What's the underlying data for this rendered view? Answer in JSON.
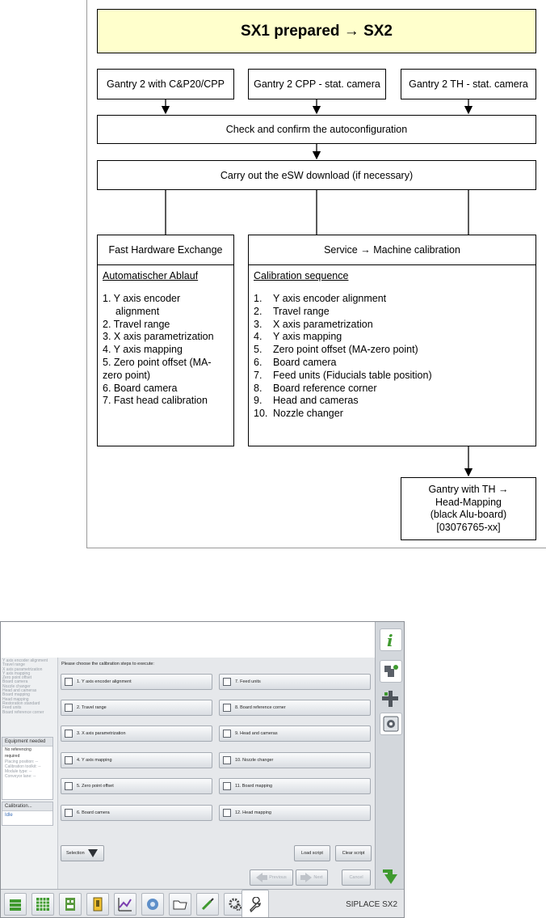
{
  "flow": {
    "title": "SX1 prepared → SX2",
    "top_boxes": [
      "Gantry 2 with C&P20/CPP",
      "Gantry 2 CPP  -  stat. camera",
      "Gantry 2 TH  -  stat. camera"
    ],
    "check": "Check and confirm the autoconfiguration",
    "esw": "Carry out the eSW download (if necessary)",
    "fhe": {
      "header": "Fast Hardware Exchange",
      "title": "Automatischer Ablauf",
      "items": [
        "1. Y axis encoder",
        "alignment",
        "2. Travel range",
        "3. X axis parametrization",
        "4. Y axis mapping",
        "5. Zero point offset (MA-",
        "zero point)",
        "6. Board camera",
        "7. Fast head calibration"
      ]
    },
    "service": {
      "header": "Service → Machine calibration",
      "title": "Calibration sequence",
      "nums": [
        "1.",
        "2.",
        "3.",
        "4.",
        "5.",
        "6.",
        "7.",
        "8.",
        "9.",
        "10."
      ],
      "items": [
        "Y axis encoder alignment",
        "Travel range",
        "X axis parametrization",
        "Y axis mapping",
        "Zero point offset (MA-zero point)",
        "Board camera",
        "Feed units (Fiducials table position)",
        "Board reference corner",
        "Head and cameras",
        "Nozzle changer"
      ]
    },
    "gantry_th": [
      "Gantry with TH →",
      "Head-Mapping",
      "(black Alu-board)",
      "[03076765-xx]"
    ]
  },
  "ui": {
    "left_steps": [
      "Y axis encoder alignment",
      "Travel range",
      "X axis parametrization",
      "Y axis mapping",
      "Zero point offset",
      "Board camera",
      "Nozzle changer",
      "Head and cameras",
      "Board mapping",
      "Head mapping",
      "Restoration standard",
      "Feed units",
      "Board reference corner"
    ],
    "equipment": {
      "header": "Equipment needed",
      "line1": "No referencing",
      "line2": "required",
      "subs": [
        "Placing position: --",
        "Calibration toolkit: --",
        "Module type: --",
        "Conveyor lane: --"
      ]
    },
    "calibration": {
      "header": "Calibration...",
      "status": "Idle"
    },
    "prompt": "Please choose the calibration steps to execute:",
    "steps_left": [
      "1. Y axis encoder alignment",
      "2. Travel range",
      "3. X axis parametrization",
      "4. Y axis mapping",
      "5. Zero point offset",
      "6. Board camera"
    ],
    "steps_right": [
      "7. Feed units",
      "8. Board reference corner",
      "9. Head and cameras",
      "10. Nozzle changer",
      "11. Board mapping",
      "12. Head mapping"
    ],
    "selection": "Selection",
    "load_script": "Load script",
    "clear_script": "Clear script",
    "previous": "Previous",
    "next": "Next",
    "cancel": "Cancel",
    "brand": "SIPLACE SX2"
  }
}
